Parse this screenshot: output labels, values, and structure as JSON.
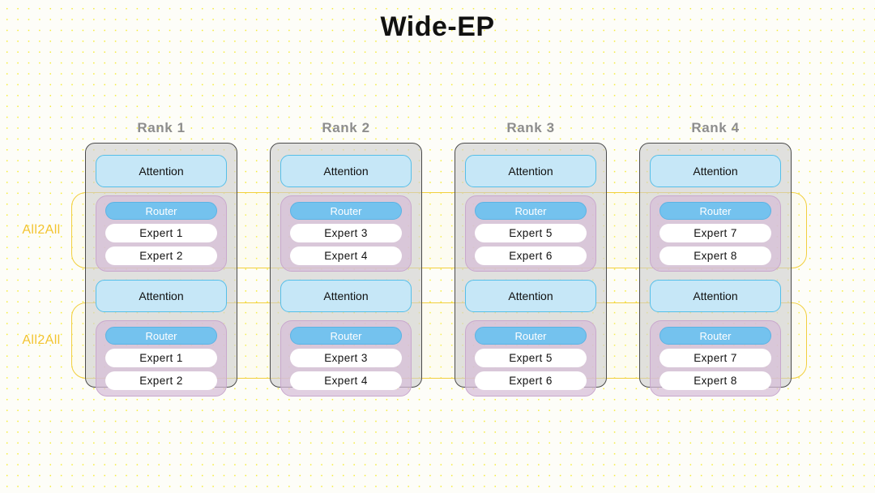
{
  "title": "Wide-EP",
  "all2all": {
    "label": "All2All",
    "bands": [
      {
        "label": "All2All"
      },
      {
        "label": "All2All"
      }
    ]
  },
  "colors": {
    "background": "#fdfdf8",
    "dot_pattern": "#f5ec3a",
    "title_text": "#111111",
    "rank_label": "#8d8d8d",
    "rank_card_border": "#4a4a4a",
    "rank_card_fill": "#cecece",
    "attention_fill": "#c6e7f7",
    "attention_border": "#55bfe9",
    "router_fill": "#74c2ee",
    "router_border": "#5bb3e4",
    "router_text": "#ffffff",
    "expert_fill": "#ffffff",
    "expert_text": "#111111",
    "moe_group_fill": "#d6bcd8",
    "moe_group_border": "#c9a8cd",
    "all2all_border": "#f2cf3e",
    "all2all_text": "#f3c32e"
  },
  "labels": {
    "attention": "Attention",
    "router": "Router"
  },
  "ranks": [
    {
      "name": "Rank 1",
      "layers": [
        {
          "attention": "Attention",
          "router": "Router",
          "experts": [
            "Expert 1",
            "Expert 2"
          ]
        },
        {
          "attention": "Attention",
          "router": "Router",
          "experts": [
            "Expert 1",
            "Expert 2"
          ]
        }
      ]
    },
    {
      "name": "Rank 2",
      "layers": [
        {
          "attention": "Attention",
          "router": "Router",
          "experts": [
            "Expert 3",
            "Expert 4"
          ]
        },
        {
          "attention": "Attention",
          "router": "Router",
          "experts": [
            "Expert 3",
            "Expert 4"
          ]
        }
      ]
    },
    {
      "name": "Rank 3",
      "layers": [
        {
          "attention": "Attention",
          "router": "Router",
          "experts": [
            "Expert 5",
            "Expert 6"
          ]
        },
        {
          "attention": "Attention",
          "router": "Router",
          "experts": [
            "Expert 5",
            "Expert 6"
          ]
        }
      ]
    },
    {
      "name": "Rank 4",
      "layers": [
        {
          "attention": "Attention",
          "router": "Router",
          "experts": [
            "Expert 7",
            "Expert 8"
          ]
        },
        {
          "attention": "Attention",
          "router": "Router",
          "experts": [
            "Expert 7",
            "Expert 8"
          ]
        }
      ]
    }
  ]
}
